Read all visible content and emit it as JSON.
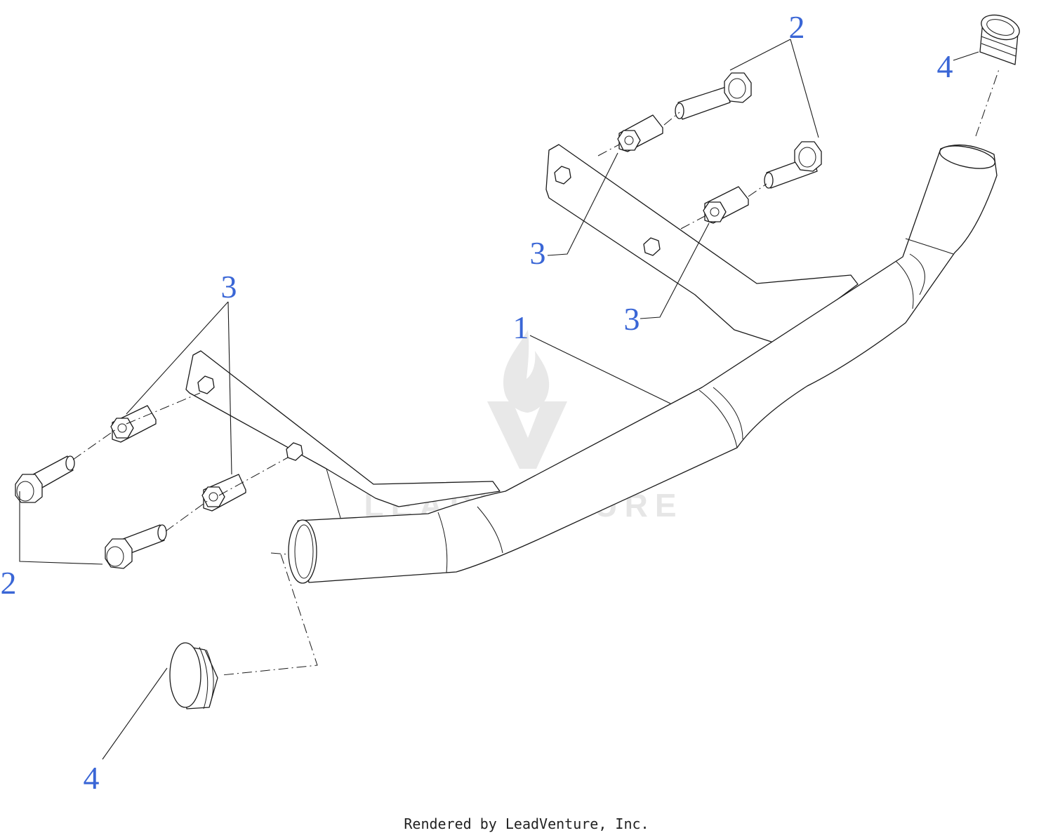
{
  "diagram": {
    "callouts": [
      {
        "id": "c1",
        "label": "1"
      },
      {
        "id": "c2a",
        "label": "2"
      },
      {
        "id": "c2b",
        "label": "2"
      },
      {
        "id": "c3a",
        "label": "3"
      },
      {
        "id": "c3b",
        "label": "3"
      },
      {
        "id": "c3c",
        "label": "3"
      },
      {
        "id": "c4a",
        "label": "4"
      },
      {
        "id": "c4b",
        "label": "4"
      }
    ],
    "watermark": "LEADVENTURE",
    "footer": "Rendered by LeadVenture, Inc.",
    "colors": {
      "callout": "#3a66d6",
      "line": "#1a1a1a",
      "watermark": "#e6e6e6",
      "footer": "#222222"
    }
  }
}
